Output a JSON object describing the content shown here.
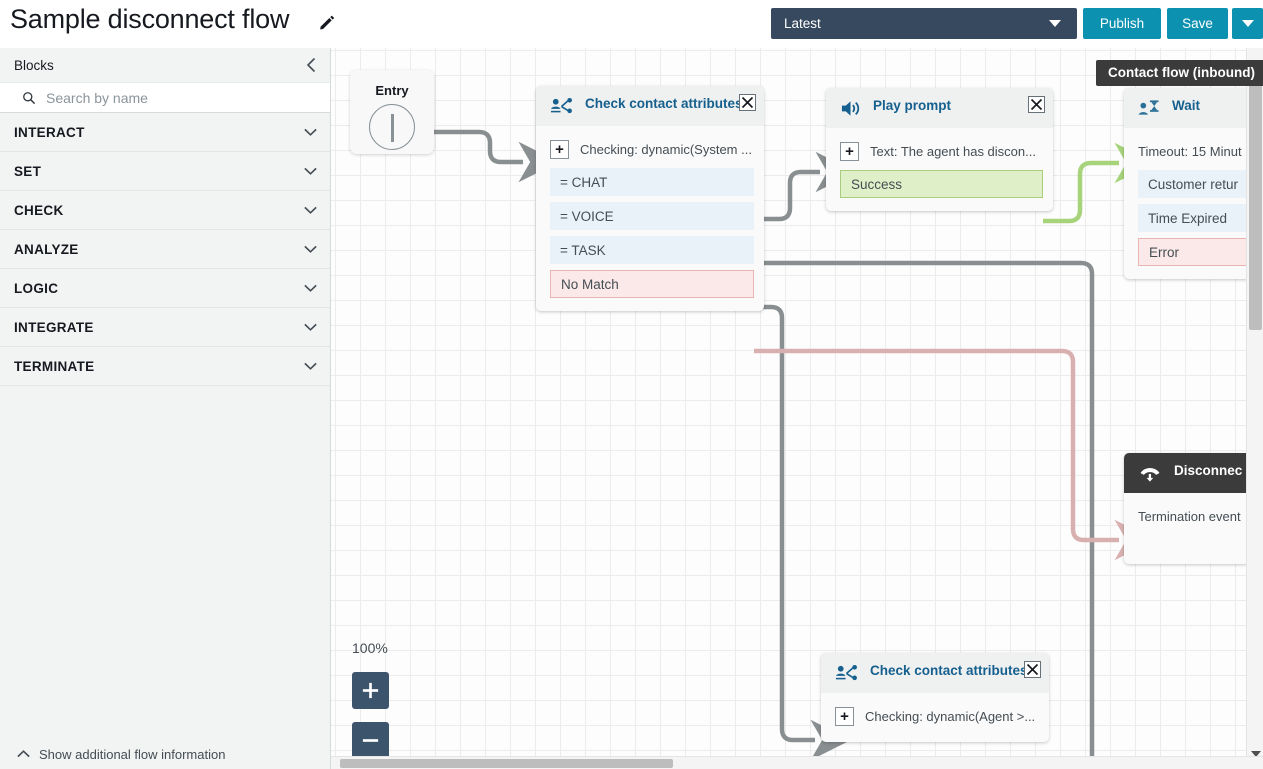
{
  "header": {
    "flow_title": "Sample disconnect flow",
    "edit_icon": "pencil-icon",
    "version_selector": {
      "value": "Latest",
      "caret_icon": "chevron-down-icon"
    },
    "publish_label": "Publish",
    "save_label": "Save",
    "save_menu_icon": "chevron-down-icon",
    "accent_teal": "#0c92b0",
    "accent_navy": "#37495e"
  },
  "sidebar": {
    "title": "Blocks",
    "collapse_icon": "chevron-left-icon",
    "search": {
      "icon": "search-icon",
      "placeholder": "Search by name",
      "value": ""
    },
    "categories": [
      {
        "label": "INTERACT",
        "icon": "chevron-down-icon"
      },
      {
        "label": "SET",
        "icon": "chevron-down-icon"
      },
      {
        "label": "CHECK",
        "icon": "chevron-down-icon"
      },
      {
        "label": "ANALYZE",
        "icon": "chevron-down-icon"
      },
      {
        "label": "LOGIC",
        "icon": "chevron-down-icon"
      },
      {
        "label": "INTEGRATE",
        "icon": "chevron-down-icon"
      },
      {
        "label": "TERMINATE",
        "icon": "chevron-down-icon"
      }
    ],
    "footer": {
      "label": "Show additional flow information",
      "icon": "chevron-up-icon"
    }
  },
  "canvas": {
    "flow_type_badge": "Contact flow (inbound)",
    "zoom_level": "100%",
    "zoom_in_icon": "plus-icon",
    "zoom_out_icon": "minus-icon",
    "entry": {
      "label": "Entry",
      "icon": "entry-circle-icon"
    },
    "nodes": [
      {
        "id": "check-contact-attributes-1",
        "title": "Check contact attributes",
        "icon": "check-contact-attributes-icon",
        "close_icon": "close-icon",
        "param": "Checking: dynamic(System ...",
        "param_icon": "plus-icon",
        "branches": [
          {
            "label": "= CHAT",
            "type": "normal"
          },
          {
            "label": "= VOICE",
            "type": "normal"
          },
          {
            "label": "= TASK",
            "type": "normal"
          },
          {
            "label": "No Match",
            "type": "error"
          }
        ]
      },
      {
        "id": "play-prompt",
        "title": "Play prompt",
        "icon": "speaker-icon",
        "close_icon": "close-icon",
        "param": "Text: The agent has discon...",
        "param_icon": "plus-icon",
        "branches": [
          {
            "label": "Success",
            "type": "success"
          }
        ]
      },
      {
        "id": "wait",
        "title": "Wait",
        "icon": "wait-hourglass-icon",
        "param": "Timeout: 15 Minut",
        "branches": [
          {
            "label": "Customer retur",
            "type": "normal"
          },
          {
            "label": "Time Expired",
            "type": "normal"
          },
          {
            "label": "Error",
            "type": "error"
          }
        ]
      },
      {
        "id": "disconnect",
        "title": "Disconnec",
        "icon": "disconnect-phone-icon",
        "param": "Termination event",
        "branches": []
      },
      {
        "id": "check-contact-attributes-2",
        "title": "Check contact attributes",
        "icon": "check-contact-attributes-icon",
        "close_icon": "close-icon",
        "param": "Checking: dynamic(Agent >...",
        "param_icon": "plus-icon",
        "branches": []
      }
    ],
    "connector_colors": {
      "default": "#898e90",
      "success": "#a7d37b",
      "error": "#d9b0b0"
    }
  },
  "scrollbars": {
    "vertical_icon": "scrollbar-vertical",
    "horizontal_icon": "scrollbar-horizontal",
    "down_arrow_icon": "caret-down-icon"
  }
}
